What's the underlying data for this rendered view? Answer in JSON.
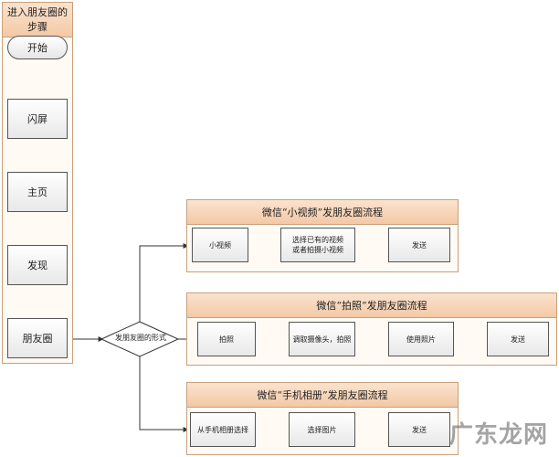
{
  "lane": {
    "title_line1": "进入朋友圈的",
    "title_line2": "步骤",
    "start": "开始",
    "steps": [
      "闪屏",
      "主页",
      "发现",
      "朋友圈"
    ]
  },
  "decision": "发朋友圈的形式",
  "flows": [
    {
      "title": "微信“小视频”发朋友圈流程",
      "nodes": [
        "小视频",
        "选择已有的视频\n或者拍摄小视频",
        "发送"
      ]
    },
    {
      "title": "微信“拍照”发朋友圈流程",
      "nodes": [
        "拍照",
        "调取摄像头，拍照",
        "使用照片",
        "发送"
      ]
    },
    {
      "title": "微信“手机相册”发朋友圈流程",
      "nodes": [
        "从手机相册选择",
        "选择图片",
        "发送"
      ]
    }
  ],
  "watermark": "广东龙网"
}
